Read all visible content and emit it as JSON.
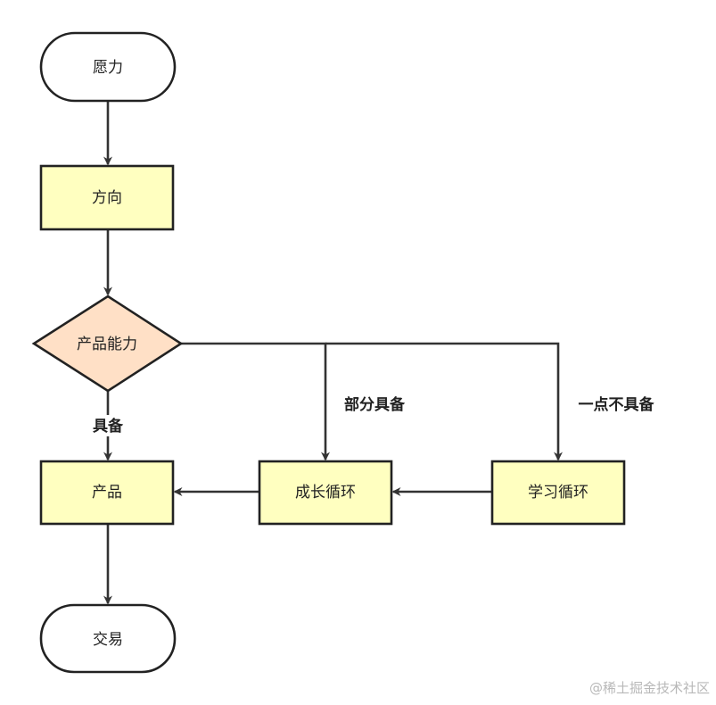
{
  "nodes": {
    "wish": {
      "label": "愿力",
      "shape": "terminal"
    },
    "direction": {
      "label": "方向",
      "shape": "process"
    },
    "capability": {
      "label": "产品能力",
      "shape": "decision"
    },
    "product": {
      "label": "产品",
      "shape": "process"
    },
    "growth_loop": {
      "label": "成长循环",
      "shape": "process"
    },
    "learning_loop": {
      "label": "学习循环",
      "shape": "process"
    },
    "deal": {
      "label": "交易",
      "shape": "terminal"
    }
  },
  "edges": {
    "has_capability": "具备",
    "partial_capability": "部分具备",
    "no_capability": "一点不具备"
  },
  "watermark": "@稀土掘金技术社区",
  "colors": {
    "terminal_fill": "#ffffff",
    "process_fill": "#ffffc0",
    "decision_fill": "#ffe0c6",
    "stroke": "#222222",
    "edge": "#333333"
  }
}
